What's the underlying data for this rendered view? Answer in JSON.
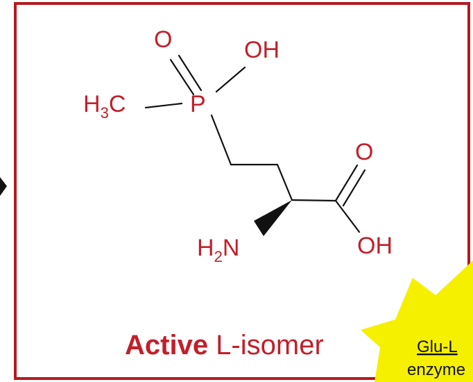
{
  "molecule": {
    "phosphoryl_o": "O",
    "phosphorus": "P",
    "p_hydroxyl": "OH",
    "methyl_h": "H",
    "methyl_sub": "3",
    "methyl_c": "C",
    "carbonyl_o": "O",
    "carboxyl_oh": "OH",
    "amine_h": "H",
    "amine_sub": "2",
    "amine_n": "N"
  },
  "caption": {
    "bold": "Active",
    "rest": " L-isomer"
  },
  "callout": {
    "line1": "Glu-L",
    "line2": "enzyme"
  },
  "colors": {
    "frame": "#b5191f",
    "atom_label": "#c0202a",
    "caption": "#c0202a",
    "callout_fill": "#f5f000",
    "bond": "#111111"
  }
}
